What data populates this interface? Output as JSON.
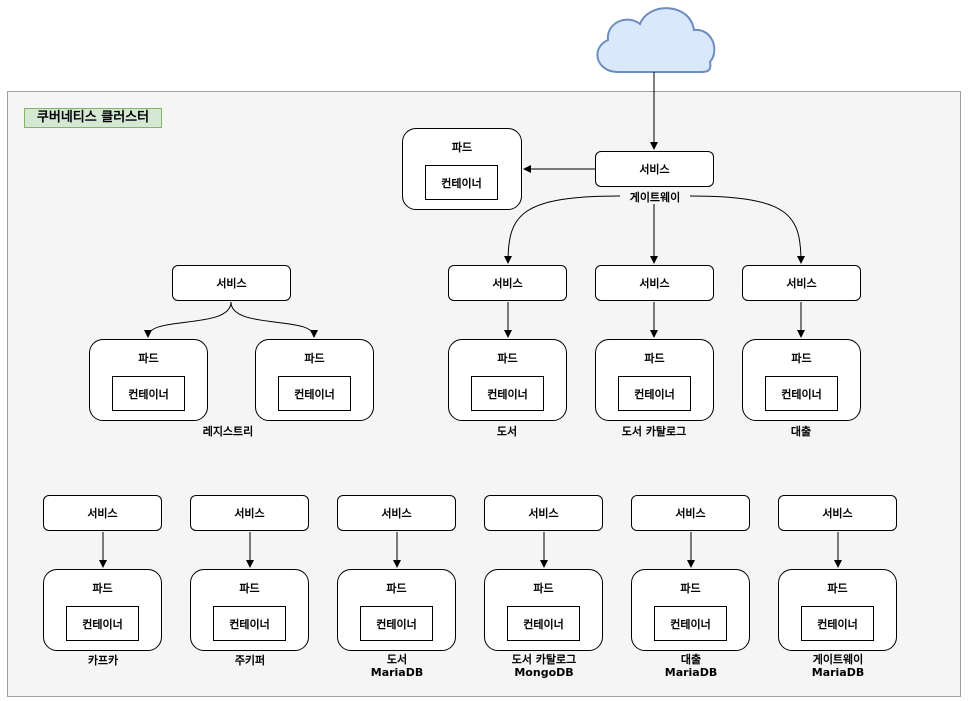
{
  "cluster_title": "쿠버네티스 클러스터",
  "service_label": "서비스",
  "pod_label": "파드",
  "container_label": "컨테이너",
  "captions": {
    "gateway_service": "게이트웨이",
    "registry": "레지스트리",
    "book": "도서",
    "catalog": "도서 카탈로그",
    "loan": "대출",
    "kafka": "카프카",
    "zookeeper": "주키퍼",
    "book_db_line1": "도서",
    "book_db_line2": "MariaDB",
    "catalog_db_line1": "도서 카탈로그",
    "catalog_db_line2": "MongoDB",
    "loan_db_line1": "대출",
    "loan_db_line2": "MariaDB",
    "gateway_db_line1": "게이트웨이",
    "gateway_db_line2": "MariaDB"
  },
  "colors": {
    "cloud_fill": "#dae8fc",
    "cloud_stroke": "#6c8ebf",
    "cluster_fill": "#f5f5f5",
    "label_fill": "#d5e8d4",
    "label_stroke": "#82b366"
  }
}
